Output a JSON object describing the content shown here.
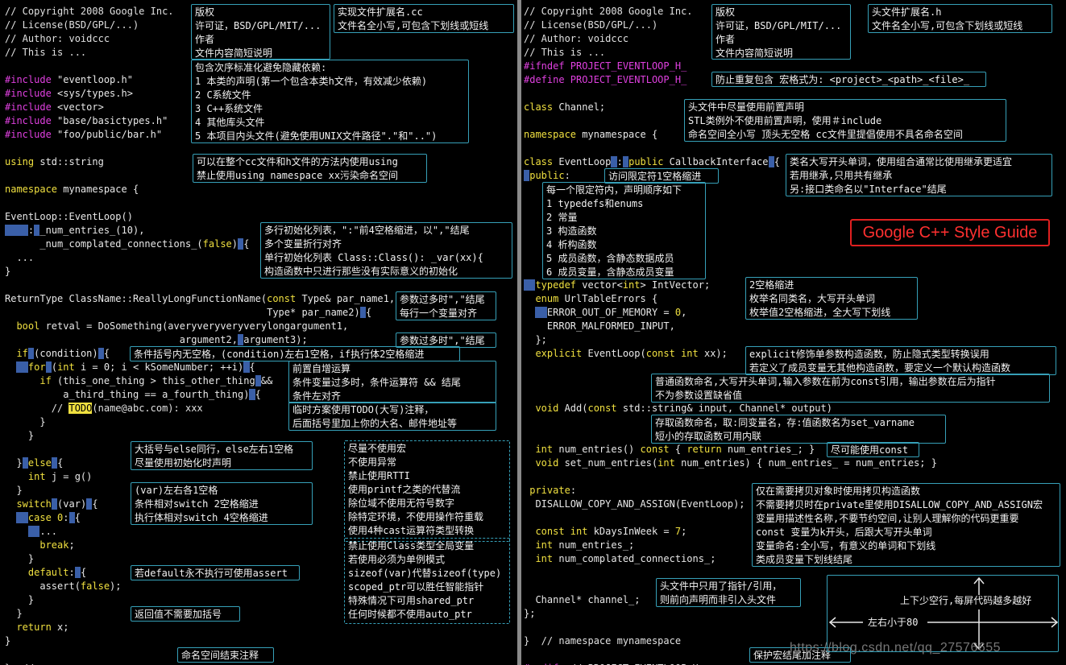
{
  "brand_label": "Google C++ Style Guide",
  "watermark": "https://blog.csdn.net/qq_27576655",
  "dims": {
    "vertical_text": "上下少空行,每屏代码越多越好",
    "horizontal_text": "左右小于80"
  },
  "left_code": [
    [
      {
        "t": "// Copyright 2008 Google Inc.",
        "c": "cm"
      }
    ],
    [
      {
        "t": "// License(BSD/GPL/...)",
        "c": "cm"
      }
    ],
    [
      {
        "t": "// Author: voidccc",
        "c": "cm"
      }
    ],
    [
      {
        "t": "// This is ...",
        "c": "cm"
      }
    ],
    [],
    [
      {
        "t": "#include ",
        "c": "pp"
      },
      {
        "t": "\"eventloop.h\"",
        "c": "str"
      }
    ],
    [
      {
        "t": "#include ",
        "c": "pp"
      },
      {
        "t": "<sys/types.h>",
        "c": "str"
      }
    ],
    [
      {
        "t": "#include ",
        "c": "pp"
      },
      {
        "t": "<vector>",
        "c": "str"
      }
    ],
    [
      {
        "t": "#include ",
        "c": "pp"
      },
      {
        "t": "\"base/basictypes.h\"",
        "c": "str"
      }
    ],
    [
      {
        "t": "#include ",
        "c": "pp"
      },
      {
        "t": "\"foo/public/bar.h\"",
        "c": "str"
      }
    ],
    [],
    [
      {
        "t": "using ",
        "c": "kw"
      },
      {
        "t": "std::string"
      }
    ],
    [],
    [
      {
        "t": "namespace ",
        "c": "kw"
      },
      {
        "t": "mynamespace {"
      }
    ],
    [],
    [
      {
        "t": "EventLoop::EventLoop()"
      }
    ],
    [
      {
        "t": "    ",
        "c": "sel"
      },
      {
        "t": ":"
      },
      {
        "t": " ",
        "c": "sel"
      },
      {
        "t": "_num_entries_(10),"
      }
    ],
    [
      {
        "t": "      _num_complated_connections_("
      },
      {
        "t": "false",
        "c": "kw"
      },
      {
        "t": ")"
      },
      {
        "t": " ",
        "c": "sel"
      },
      {
        "t": "{"
      }
    ],
    [
      {
        "t": "  ..."
      }
    ],
    [
      {
        "t": "}"
      }
    ],
    [],
    [
      {
        "t": "ReturnType ClassName::ReallyLongFunctionName("
      },
      {
        "t": "const ",
        "c": "kw"
      },
      {
        "t": "Type& par_name1,"
      }
    ],
    [
      {
        "t": "                                             Type* par_name2)"
      },
      {
        "t": " ",
        "c": "sel"
      },
      {
        "t": "{"
      }
    ],
    [
      {
        "t": "  "
      },
      {
        "t": "bool ",
        "c": "ty"
      },
      {
        "t": "retval = DoSomething(averyveryveryverylongargument1,"
      }
    ],
    [
      {
        "t": "                              argument2,"
      },
      {
        "t": " ",
        "c": "sel"
      },
      {
        "t": "argument3);"
      }
    ],
    [
      {
        "t": "  "
      },
      {
        "t": "if",
        "c": "kw"
      },
      {
        "t": " ",
        "c": "sel"
      },
      {
        "t": "(condition)"
      },
      {
        "t": " ",
        "c": "sel"
      },
      {
        "t": "{"
      }
    ],
    [
      {
        "t": "  "
      },
      {
        "t": "  ",
        "c": "sel"
      },
      {
        "t": "for",
        "c": "kw"
      },
      {
        "t": " ",
        "c": "sel"
      },
      {
        "t": "("
      },
      {
        "t": "int ",
        "c": "ty"
      },
      {
        "t": "i = 0; i < kSomeNumber; ++i)"
      },
      {
        "t": " ",
        "c": "sel"
      },
      {
        "t": "{"
      }
    ],
    [
      {
        "t": "      "
      },
      {
        "t": "if ",
        "c": "kw"
      },
      {
        "t": "(this_one_thing > this_other_thing"
      },
      {
        "t": " ",
        "c": "sel"
      },
      {
        "t": "&&"
      }
    ],
    [
      {
        "t": "          a_third_thing == a_fourth_thing)"
      },
      {
        "t": " ",
        "c": "sel"
      },
      {
        "t": "{"
      }
    ],
    [
      {
        "t": "        // ",
        "c": "cm"
      },
      {
        "t": "TODO",
        "c": "hl"
      },
      {
        "t": "(name@abc.com): xxx",
        "c": "cm"
      }
    ],
    [
      {
        "t": "      }"
      }
    ],
    [
      {
        "t": "    }"
      }
    ],
    [],
    [
      {
        "t": "  }"
      },
      {
        "t": " ",
        "c": "sel"
      },
      {
        "t": "else",
        "c": "kw"
      },
      {
        "t": " ",
        "c": "sel"
      },
      {
        "t": "{"
      }
    ],
    [
      {
        "t": "    "
      },
      {
        "t": "int ",
        "c": "ty"
      },
      {
        "t": "j = g()"
      }
    ],
    [
      {
        "t": "  }"
      }
    ],
    [
      {
        "t": "  "
      },
      {
        "t": "switch",
        "c": "kw"
      },
      {
        "t": " ",
        "c": "sel"
      },
      {
        "t": "(var)"
      },
      {
        "t": " ",
        "c": "sel"
      },
      {
        "t": "{"
      }
    ],
    [
      {
        "t": "  "
      },
      {
        "t": "  ",
        "c": "sel"
      },
      {
        "t": "case ",
        "c": "kw"
      },
      {
        "t": "0",
        "c": "kw"
      },
      {
        "t": ":"
      },
      {
        "t": " ",
        "c": "sel"
      },
      {
        "t": "{"
      }
    ],
    [
      {
        "t": "    "
      },
      {
        "t": "  ",
        "c": "sel"
      },
      {
        "t": "..."
      }
    ],
    [
      {
        "t": "      "
      },
      {
        "t": "break",
        "c": "kw"
      },
      {
        "t": ";"
      }
    ],
    [
      {
        "t": "    }"
      }
    ],
    [
      {
        "t": "    "
      },
      {
        "t": "default",
        "c": "kw"
      },
      {
        "t": ":"
      },
      {
        "t": " ",
        "c": "sel"
      },
      {
        "t": "{"
      }
    ],
    [
      {
        "t": "      assert("
      },
      {
        "t": "false",
        "c": "kw"
      },
      {
        "t": ");"
      }
    ],
    [
      {
        "t": "    }"
      }
    ],
    [
      {
        "t": "  }"
      }
    ],
    [
      {
        "t": "  "
      },
      {
        "t": "return ",
        "c": "kw"
      },
      {
        "t": "x;"
      }
    ],
    [
      {
        "t": "}"
      }
    ],
    [],
    [
      {
        "t": "}  // namespace mynamespace",
        "c": "cm"
      }
    ]
  ],
  "right_code": [
    [
      {
        "t": "// Copyright 2008 Google Inc.",
        "c": "cm"
      }
    ],
    [
      {
        "t": "// License(BSD/GPL/...)",
        "c": "cm"
      }
    ],
    [
      {
        "t": "// Author: voidccc",
        "c": "cm"
      }
    ],
    [
      {
        "t": "// This is ...",
        "c": "cm"
      }
    ],
    [
      {
        "t": "#ifndef ",
        "c": "pp"
      },
      {
        "t": "PROJECT_EVENTLOOP_H_",
        "c": "pp"
      }
    ],
    [
      {
        "t": "#define ",
        "c": "pp"
      },
      {
        "t": "PROJECT_EVENTLOOP_H_",
        "c": "pp"
      }
    ],
    [],
    [
      {
        "t": "class ",
        "c": "kw"
      },
      {
        "t": "Channel;"
      }
    ],
    [],
    [
      {
        "t": "namespace ",
        "c": "kw"
      },
      {
        "t": "mynamespace {"
      }
    ],
    [],
    [
      {
        "t": "class ",
        "c": "kw"
      },
      {
        "t": "EventLoop"
      },
      {
        "t": " ",
        "c": "sel"
      },
      {
        "t": ":"
      },
      {
        "t": " ",
        "c": "sel"
      },
      {
        "t": "public ",
        "c": "kw"
      },
      {
        "t": "CallbackInterface"
      },
      {
        "t": " ",
        "c": "sel"
      },
      {
        "t": "{"
      }
    ],
    [
      {
        "t": " ",
        "c": "sel"
      },
      {
        "t": "public",
        "c": "kw"
      },
      {
        "t": ":"
      }
    ],
    [],
    [],
    [],
    [],
    [],
    [],
    [],
    [
      {
        "t": "  ",
        "c": "sel"
      },
      {
        "t": "typedef ",
        "c": "kw"
      },
      {
        "t": "vector<"
      },
      {
        "t": "int",
        "c": "ty"
      },
      {
        "t": "> IntVector;"
      }
    ],
    [
      {
        "t": "  "
      },
      {
        "t": "enum ",
        "c": "kw"
      },
      {
        "t": "UrlTableErrors {"
      }
    ],
    [
      {
        "t": "  "
      },
      {
        "t": "  ",
        "c": "sel"
      },
      {
        "t": "ERROR_OUT_OF_MEMORY = "
      },
      {
        "t": "0",
        "c": "kw"
      },
      {
        "t": ","
      }
    ],
    [
      {
        "t": "    ERROR_MALFORMED_INPUT,"
      }
    ],
    [
      {
        "t": "  };"
      }
    ],
    [
      {
        "t": "  "
      },
      {
        "t": "explicit ",
        "c": "kw"
      },
      {
        "t": "EventLoop("
      },
      {
        "t": "const int ",
        "c": "kw"
      },
      {
        "t": "xx);"
      }
    ],
    [],
    [],
    [],
    [
      {
        "t": "  "
      },
      {
        "t": "void ",
        "c": "ty"
      },
      {
        "t": "Add("
      },
      {
        "t": "const ",
        "c": "kw"
      },
      {
        "t": "std::string& input, Channel* output)"
      }
    ],
    [],
    [],
    [
      {
        "t": "  "
      },
      {
        "t": "int ",
        "c": "ty"
      },
      {
        "t": "num_entries() "
      },
      {
        "t": "const ",
        "c": "kw"
      },
      {
        "t": "{ "
      },
      {
        "t": "return ",
        "c": "kw"
      },
      {
        "t": "num_entries_; }"
      }
    ],
    [
      {
        "t": "  "
      },
      {
        "t": "void ",
        "c": "ty"
      },
      {
        "t": "set_num_entries("
      },
      {
        "t": "int ",
        "c": "ty"
      },
      {
        "t": "num_entries) { num_entries_ = num_entries; }"
      }
    ],
    [],
    [
      {
        "t": " "
      },
      {
        "t": "private",
        "c": "kw"
      },
      {
        "t": ":"
      }
    ],
    [
      {
        "t": "  DISALLOW_COPY_AND_ASSIGN(EventLoop);"
      }
    ],
    [],
    [
      {
        "t": "  "
      },
      {
        "t": "const int ",
        "c": "kw"
      },
      {
        "t": "kDaysInWeek = "
      },
      {
        "t": "7",
        "c": "kw"
      },
      {
        "t": ";"
      }
    ],
    [
      {
        "t": "  "
      },
      {
        "t": "int ",
        "c": "ty"
      },
      {
        "t": "num_entries_;"
      }
    ],
    [
      {
        "t": "  "
      },
      {
        "t": "int ",
        "c": "ty"
      },
      {
        "t": "num_complated_connections_;"
      }
    ],
    [],
    [],
    [
      {
        "t": "  Channel* channel_;"
      }
    ],
    [
      {
        "t": "};"
      }
    ],
    [],
    [
      {
        "t": "}  // namespace mynamespace",
        "c": "cm"
      }
    ],
    [],
    [
      {
        "t": "#endif  ",
        "c": "pp"
      },
      {
        "t": "// PROJECT_EVENTLOOP_H_",
        "c": "cm"
      }
    ]
  ],
  "notes": [
    {
      "id": "note-copyright",
      "lines": [
        "版权",
        "许可证，BSD/GPL/MIT/...",
        "作者",
        "文件内容简短说明"
      ]
    },
    {
      "id": "note-cc-ext",
      "lines": [
        "实现文件扩展名.cc",
        "文件名全小写,可包含下划线或短线"
      ]
    },
    {
      "id": "note-include-order",
      "lines": [
        "包含次序标准化避免隐藏依赖:",
        "1 本类的声明(第一个包含本类h文件，有效减少依赖)",
        "2 C系统文件",
        "3 C++系统文件",
        "4 其他库头文件",
        "5 本项目内头文件(避免使用UNIX文件路径\".\"和\"..\")"
      ]
    },
    {
      "id": "note-using",
      "lines": [
        "可以在整个cc文件和h文件的方法内使用using",
        "禁止使用using namespace xx污染命名空间"
      ]
    },
    {
      "id": "note-init-list",
      "lines": [
        "多行初始化列表，\":\"前4空格缩进，以\",\"结尾",
        "多个变量折行对齐",
        "单行初始化列表 Class::Class(): _var(xx){",
        "构造函数中只进行那些没有实际意义的初始化"
      ]
    },
    {
      "id": "note-params-1",
      "lines": [
        "参数过多时\",\"结尾",
        "每行一个变量对齐"
      ]
    },
    {
      "id": "note-params-2",
      "lines": [
        "参数过多时\",\"结尾"
      ]
    },
    {
      "id": "note-if-space",
      "lines": [
        "条件括号内无空格，(condition)左右1空格，if执行体2空格缩进"
      ]
    },
    {
      "id": "note-prefix-inc",
      "lines": [
        "前置自增运算",
        "条件变量过多时，条件运算符 && 结尾",
        "条件左对齐"
      ]
    },
    {
      "id": "note-todo",
      "lines": [
        "临时方案使用TODO(大写)注释，",
        "后面括号里加上你的大名、邮件地址等"
      ]
    },
    {
      "id": "note-else",
      "lines": [
        "大括号与else同行，else左右1空格",
        "尽量使用初始化时声明"
      ]
    },
    {
      "id": "note-switch",
      "lines": [
        "(var)左右各1空格",
        "条件相对switch 2空格缩进",
        "执行体相对switch 4空格缩进"
      ]
    },
    {
      "id": "note-default",
      "lines": [
        "若default永不执行可使用assert"
      ]
    },
    {
      "id": "note-return",
      "lines": [
        "返回值不需要加括号"
      ]
    },
    {
      "id": "note-ns-end",
      "lines": [
        "命名空间结束注释"
      ]
    },
    {
      "id": "note-macro",
      "lines": [
        "尽量不使用宏",
        "不使用异常",
        "禁止使用RTTI",
        "使用printf之类的代替流",
        "除位域不使用无符号数字",
        "除特定环境，不使用操作符重载",
        "使用4种cast运算符类型转换"
      ]
    },
    {
      "id": "note-global",
      "lines": [
        "禁止使用Class类型全局变量",
        "若使用必须为单例模式",
        "sizeof(var)代替sizeof(type)",
        "scoped_ptr可以胜任智能指针",
        "特殊情况下可用shared_ptr",
        "任何时候都不使用auto_ptr"
      ]
    },
    {
      "id": "note-copyright-h",
      "lines": [
        "版权",
        "许可证，BSD/GPL/MIT/...",
        "作者",
        "文件内容简短说明"
      ]
    },
    {
      "id": "note-h-ext",
      "lines": [
        "头文件扩展名.h",
        "文件名全小写,可包含下划线或短线"
      ]
    },
    {
      "id": "note-guard",
      "lines": [
        "防止重复包含 宏格式为: <project>_<path>_<file>_"
      ]
    },
    {
      "id": "note-forward",
      "lines": [
        "头文件中尽量使用前置声明",
        "STL类例外不使用前置声明，使用＃include",
        "命名空间全小写 顶头无空格 cc文件里提倡使用不具名命名空间"
      ]
    },
    {
      "id": "note-class-name",
      "lines": [
        "类名大写开头单词，使用组合通常比使用继承更适宜",
        "若用继承,只用共有继承",
        "另:接口类命名以\"Interface\"结尾"
      ]
    },
    {
      "id": "note-access",
      "lines": [
        "访问限定符1空格缩进"
      ]
    },
    {
      "id": "note-order",
      "lines": [
        "每一个限定符内，声明顺序如下",
        "1 typedefs和enums",
        "2 常量",
        "3 构造函数",
        "4 析构函数",
        "5 成员函数，含静态数据成员",
        "6 成员变量，含静态成员变量"
      ]
    },
    {
      "id": "note-indent",
      "lines": [
        "2空格缩进",
        "枚举名同类名，大写开头单词",
        "枚举值2空格缩进，全大写下划线"
      ]
    },
    {
      "id": "note-explicit",
      "lines": [
        "explicit修饰单参数构造函数，防止隐式类型转换误用",
        "若定义了成员变量无其他构造函数，要定义一个默认构造函数"
      ]
    },
    {
      "id": "note-func-name",
      "lines": [
        "普通函数命名,大写开头单词,输入参数在前为const引用，输出参数在后为指针",
        "不为参数设置缺省值"
      ]
    },
    {
      "id": "note-accessor",
      "lines": [
        "存取函数命名，取:同变量名，存:值函数名为set_varname",
        "短小的存取函数可用内联"
      ]
    },
    {
      "id": "note-const",
      "lines": [
        "尽可能使用const"
      ]
    },
    {
      "id": "note-private",
      "lines": [
        "仅在需要拷贝对象时使用拷贝构造函数",
        "不需要拷贝时在private里使用DISALLOW_COPY_AND_ASSIGN宏",
        "变量用描述性名称,不要节约空间,让别人理解你的代码更重要",
        "const 变量为k开头，后跟大写开头单词",
        "变量命名:全小写，有意义的单词和下划线",
        "类成员变量下划线结尾"
      ]
    },
    {
      "id": "note-pointer",
      "lines": [
        "头文件中只用了指针/引用，",
        "则前向声明而非引入头文件"
      ]
    },
    {
      "id": "note-endif",
      "lines": [
        "保护宏结尾加注释"
      ]
    }
  ]
}
